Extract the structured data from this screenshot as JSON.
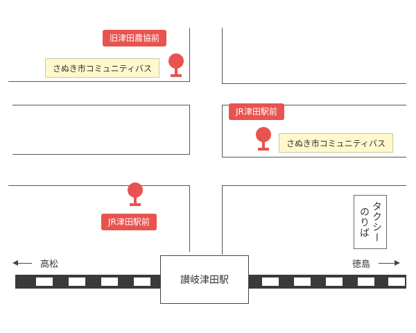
{
  "bus_stops": [
    {
      "name": "旧津田農協前",
      "route": "さぬき市コミュニティバス"
    },
    {
      "name": "JR津田駅前",
      "route": "さぬき市コミュニティバス"
    },
    {
      "name": "JR津田駅前"
    }
  ],
  "station": {
    "name": "讃岐津田駅"
  },
  "taxi": {
    "line1": "タクシー",
    "line2": "のりば"
  },
  "directions": {
    "west": "高松",
    "east": "徳島"
  },
  "colors": {
    "stop_red": "#e8534f",
    "bus_label_bg": "#fff8cc",
    "rail": "#3a3a3a"
  }
}
